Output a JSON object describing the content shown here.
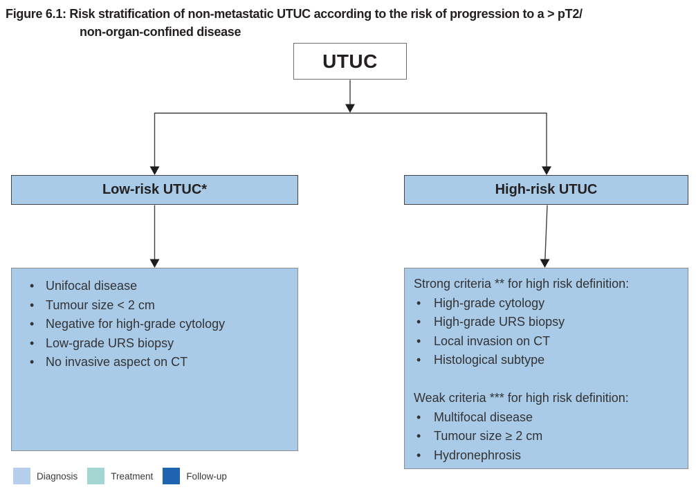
{
  "figure": {
    "title_line1": "Figure 6.1: Risk stratification of non-metastatic UTUC according to the risk of progression to a > pT2/",
    "title_line2": "non-organ-confined disease"
  },
  "flowchart": {
    "root_label": "UTUC",
    "low": {
      "header": "Low-risk UTUC*",
      "items": [
        "Unifocal disease",
        "Tumour size < 2 cm",
        "Negative for high-grade cytology",
        "Low-grade URS biopsy",
        "No invasive aspect on CT"
      ]
    },
    "high": {
      "header": "High-risk UTUC",
      "strong": {
        "heading": "Strong criteria ** for high risk definition:",
        "items": [
          "High-grade cytology",
          "High-grade URS biopsy",
          "Local invasion on CT",
          "Histological subtype"
        ]
      },
      "weak": {
        "heading": "Weak criteria *** for high risk definition:",
        "items": [
          "Multifocal disease",
          "Tumour size ≥ 2 cm",
          "Hydronephrosis"
        ]
      }
    }
  },
  "legend": {
    "items": [
      {
        "label": "Diagnosis",
        "color": "#b5cfea"
      },
      {
        "label": "Treatment",
        "color": "#a2d6d1"
      },
      {
        "label": "Follow-up",
        "color": "#1e64ae"
      }
    ]
  },
  "palette": {
    "node_fill": "#a9cbe7",
    "connector": "#3f3f41"
  }
}
